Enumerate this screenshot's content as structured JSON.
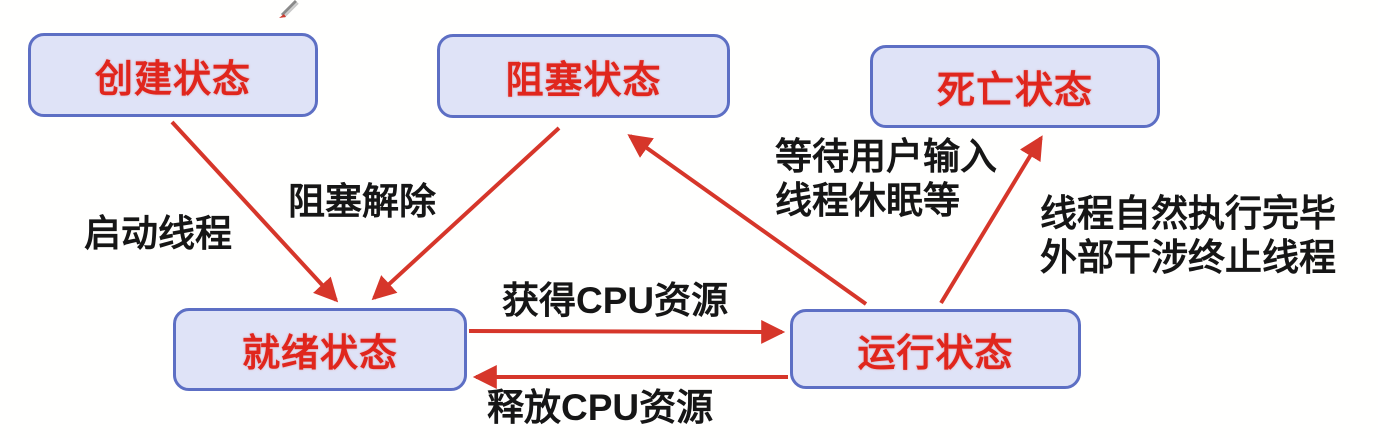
{
  "diagram": {
    "title": "thread-state-transition-diagram",
    "states": {
      "created": {
        "label": "创建状态"
      },
      "blocked": {
        "label": "阻塞状态"
      },
      "dead": {
        "label": "死亡状态"
      },
      "ready": {
        "label": "就绪状态"
      },
      "running": {
        "label": "运行状态"
      }
    },
    "transitions": {
      "start_thread": {
        "label": "启动线程",
        "from": "created",
        "to": "ready"
      },
      "unblock": {
        "label": "阻塞解除",
        "from": "blocked",
        "to": "ready"
      },
      "acquire_cpu": {
        "label": "获得CPU资源",
        "from": "ready",
        "to": "running"
      },
      "release_cpu": {
        "label": "释放CPU资源",
        "from": "running",
        "to": "ready"
      },
      "block": {
        "label_line1": "等待用户输入",
        "label_line2": "线程休眠等",
        "from": "running",
        "to": "blocked"
      },
      "terminate": {
        "label_line1": "线程自然执行完毕",
        "label_line2": "外部干涉终止线程",
        "from": "running",
        "to": "dead"
      }
    },
    "colors": {
      "box_fill": "#dfe3f7",
      "box_border": "#5d6fc4",
      "state_text": "#e0261d",
      "arrow": "#d6362a",
      "edge_text": "#161616"
    }
  }
}
